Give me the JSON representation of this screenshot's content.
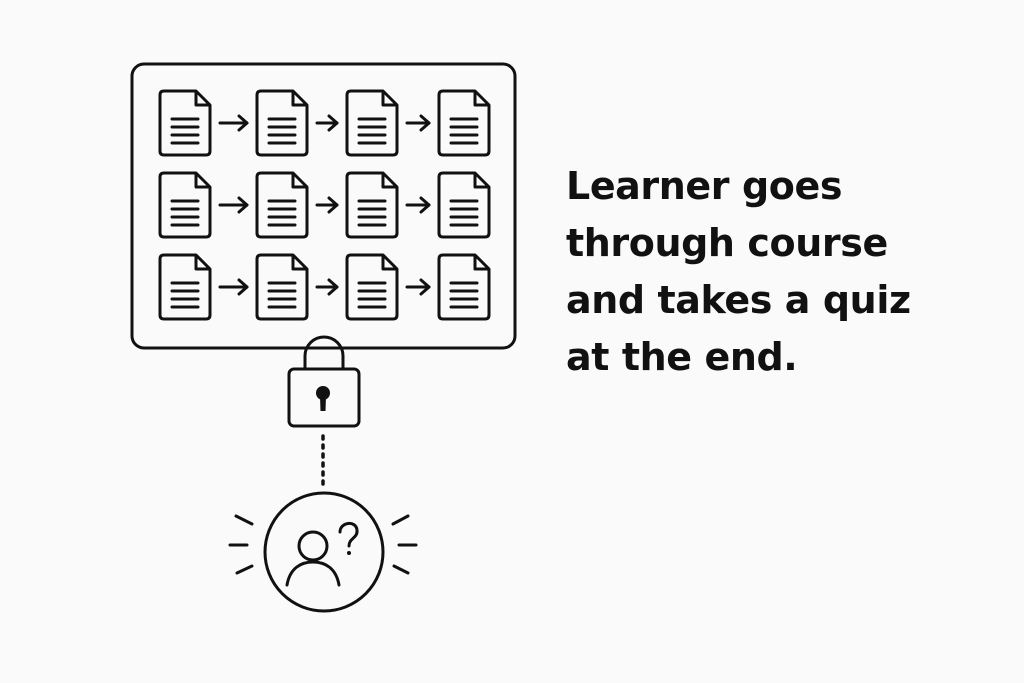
{
  "diagram": {
    "course_grid": {
      "rows": 3,
      "documents_per_row": 4,
      "document_icon": "document-icon",
      "connector_icon": "arrow-right-icon"
    },
    "lock_icon": "padlock-icon",
    "learner_icon": "user-question-icon",
    "caption_lines": [
      "Learner goes",
      "through course",
      "and takes a quiz",
      "at the end."
    ],
    "colors": {
      "ink": "#111111",
      "background": "#fafafa"
    }
  }
}
